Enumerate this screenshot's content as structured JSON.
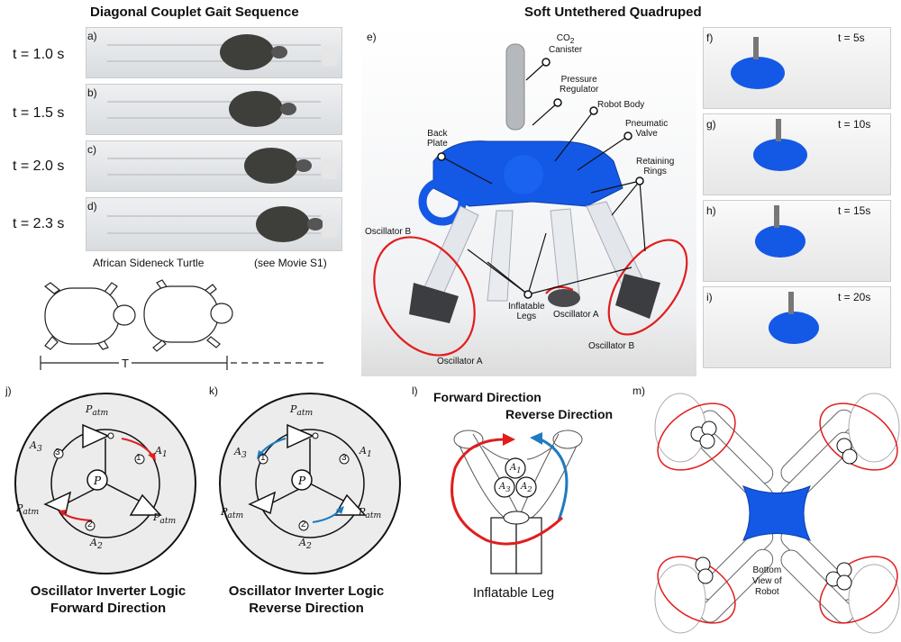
{
  "titles": {
    "left": "Diagonal Couplet Gait Sequence",
    "center": "Soft Untethered Quadruped"
  },
  "turtle": {
    "times": [
      "t = 1.0 s",
      "t = 1.5 s",
      "t = 2.0 s",
      "t = 2.3 s"
    ],
    "panels": [
      "a)",
      "b)",
      "c)",
      "d)"
    ],
    "caption": "African Sideneck Turtle",
    "movie": "(see Movie S1)",
    "period": "T"
  },
  "robot": {
    "panel": "e)",
    "labels": {
      "co2": "CO",
      "co2_sub": "2",
      "canister": "Canister",
      "pressure_regulator": "Pressure\nRegulator",
      "robot_body": "Robot Body",
      "pneumatic_valve": "Pneumatic\nValve",
      "back_plate": "Back\nPlate",
      "retaining_rings": "Retaining\nRings",
      "oscillator_b_left": "Oscillator B",
      "oscillator_a_left": "Oscillator A",
      "inflatable_legs": "Inflatable\nLegs",
      "oscillator_a_right": "Oscillator A",
      "oscillator_b_right": "Oscillator B"
    }
  },
  "timeline": {
    "panels": [
      "f)",
      "g)",
      "h)",
      "i)"
    ],
    "times": [
      "t = 5s",
      "t = 10s",
      "t = 15s",
      "t = 20s"
    ]
  },
  "logic": {
    "j": {
      "panel": "j)",
      "caption1": "Oscillator Inverter Logic",
      "caption2": "Forward Direction",
      "p": "P",
      "patm": "P",
      "patm_sub": "atm",
      "a1": "A",
      "a1_sub": "1",
      "a2": "A",
      "a2_sub": "2",
      "a3": "A",
      "a3_sub": "3",
      "n1": "1",
      "n2": "2",
      "n3": "3"
    },
    "k": {
      "panel": "k)",
      "caption1": "Oscillator Inverter Logic",
      "caption2": "Reverse Direction",
      "n1": "3",
      "n2": "2",
      "n3": "1"
    }
  },
  "leg": {
    "panel": "l)",
    "forward": "Forward Direction",
    "reverse": "Reverse Direction",
    "caption": "Inflatable Leg",
    "a1": "A",
    "a1_sub": "1",
    "a2": "A",
    "a2_sub": "2",
    "a3": "A",
    "a3_sub": "3"
  },
  "bottom": {
    "panel": "m)",
    "caption": "Bottom\nView of\nRobot"
  },
  "colors": {
    "red": "#e11d1d",
    "blue": "#1f7bc0",
    "robot_blue": "#1458e6",
    "disc": "#ececec"
  }
}
